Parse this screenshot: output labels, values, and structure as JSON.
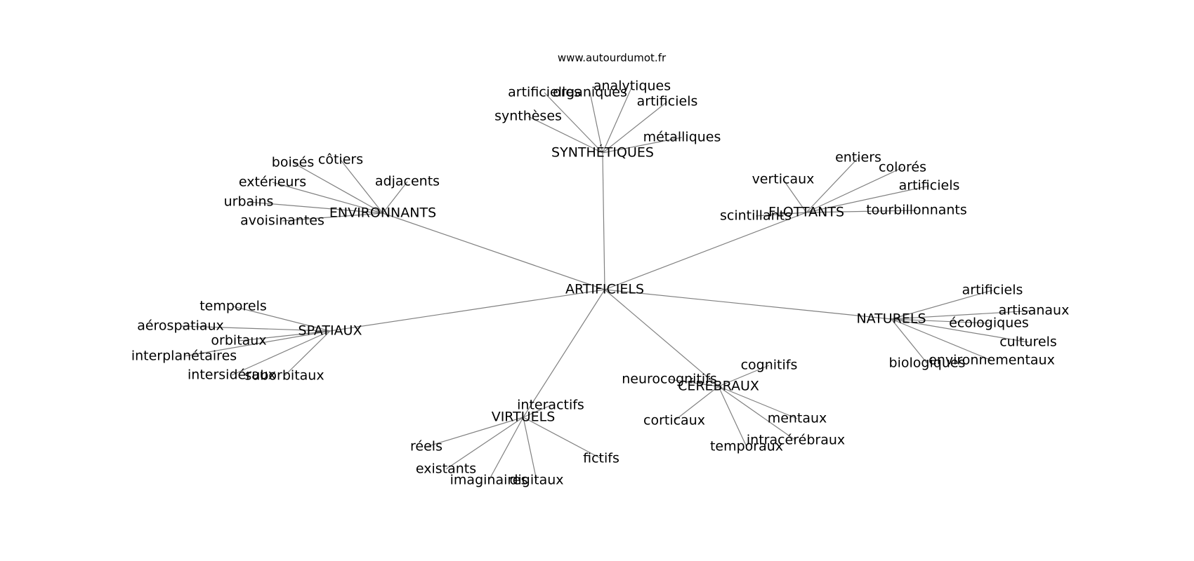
{
  "site": "www.autourdumot.fr",
  "center": {
    "id": "center",
    "label": "ARTIFICIELS"
  },
  "groups": [
    {
      "id": "synthetiques",
      "label": "SYNTHÉTIQUES",
      "leaves": [
        "artificielles",
        "organiques",
        "analytiques",
        "artificiels",
        "synthèses",
        "métalliques"
      ]
    },
    {
      "id": "environnants",
      "label": "ENVIRONNANTS",
      "leaves": [
        "boisés",
        "côtiers",
        "adjacents",
        "extérieurs",
        "urbains",
        "avoisinantes"
      ]
    },
    {
      "id": "flottants",
      "label": "FLOTTANTS",
      "leaves": [
        "entiers",
        "colorés",
        "verticaux",
        "artificiels",
        "scintillants",
        "tourbillonnants"
      ]
    },
    {
      "id": "spatiaux",
      "label": "SPATIAUX",
      "leaves": [
        "temporels",
        "aérospatiaux",
        "orbitaux",
        "interplanétaires",
        "intersidéraux",
        "suborbitaux"
      ]
    },
    {
      "id": "naturels",
      "label": "NATURELS",
      "leaves": [
        "artificiels",
        "artisanaux",
        "écologiques",
        "culturels",
        "environnementaux",
        "biologiques"
      ]
    },
    {
      "id": "cerebraux",
      "label": "CÉRÉBRAUX",
      "leaves": [
        "cognitifs",
        "neurocognitifs",
        "mentaux",
        "corticaux",
        "intracérébraux",
        "temporaux"
      ]
    },
    {
      "id": "virtuels",
      "label": "VIRTUELS",
      "leaves": [
        "interactifs",
        "réels",
        "fictifs",
        "existants",
        "imaginaires",
        "digitaux"
      ]
    }
  ]
}
